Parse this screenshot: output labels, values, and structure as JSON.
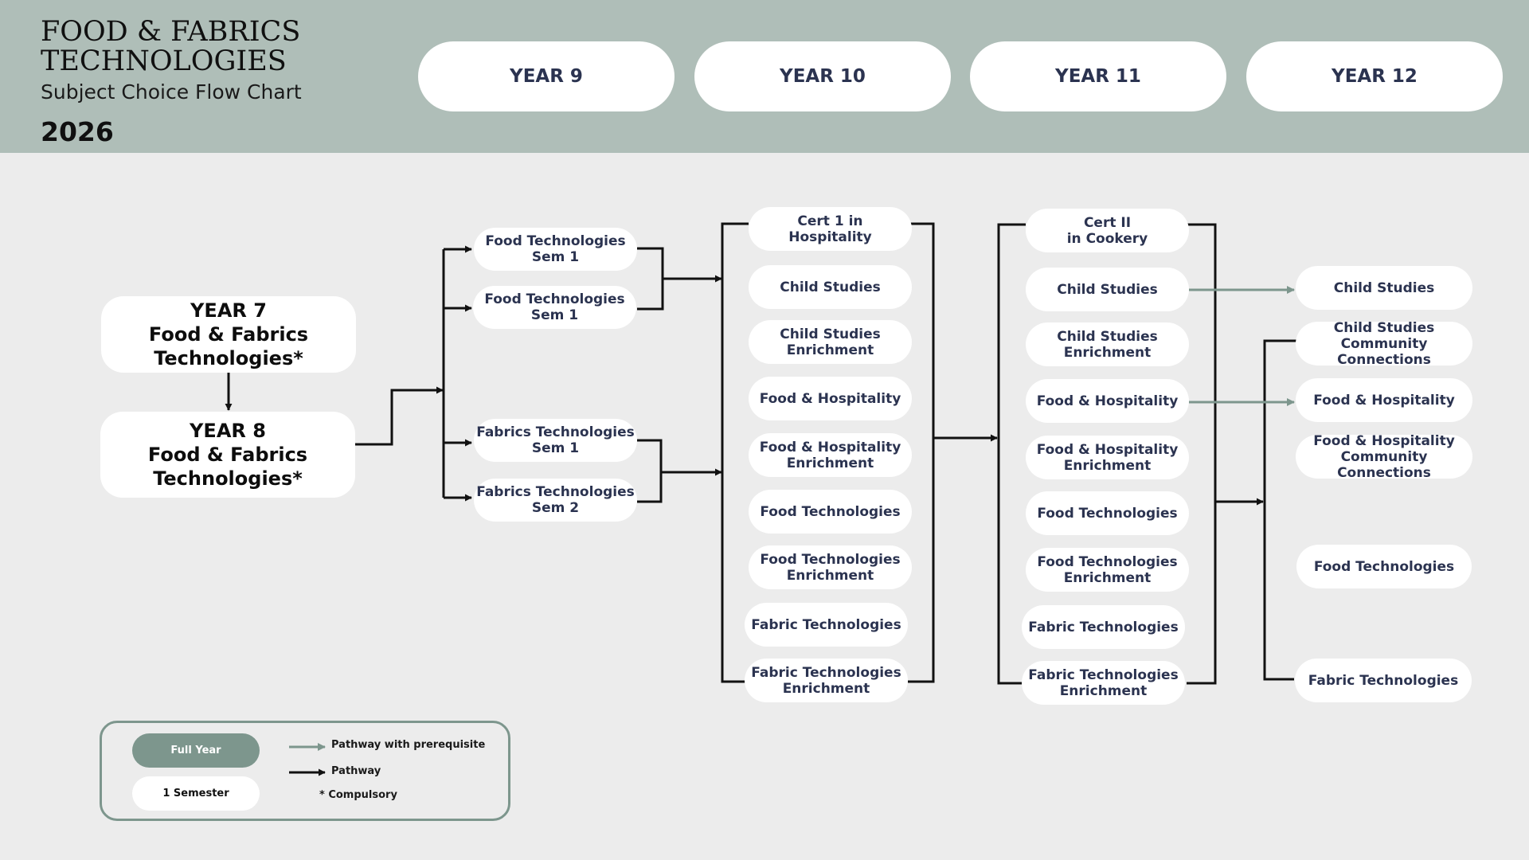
{
  "header": {
    "title": "FOOD & FABRICS TECHNOLOGIES",
    "subtitle": "Subject Choice Flow Chart",
    "year": "2026",
    "columns": [
      "YEAR 9",
      "YEAR 10",
      "YEAR 11",
      "YEAR 12"
    ]
  },
  "junior": {
    "year7": "YEAR 7\nFood & Fabrics\nTechnologies*",
    "year8": "YEAR 8\nFood & Fabrics\nTechnologies*"
  },
  "year9": [
    "Food Technologies\nSem 1",
    "Food Technologies\nSem 1",
    "Fabrics Technologies\nSem 1",
    "Fabrics Technologies\nSem 2"
  ],
  "year10": [
    "Cert 1 in\nHospitality",
    "Child Studies",
    "Child Studies\nEnrichment",
    "Food & Hospitality",
    "Food & Hospitality\nEnrichment",
    "Food Technologies",
    "Food Technologies\nEnrichment",
    "Fabric Technologies",
    "Fabric Technologies\nEnrichment"
  ],
  "year11": [
    "Cert II\nin Cookery",
    "Child Studies",
    "Child Studies\nEnrichment",
    "Food & Hospitality",
    "Food & Hospitality\nEnrichment",
    "Food Technologies",
    "Food Technologies\nEnrichment",
    "Fabric Technologies",
    "Fabric Technologies\nEnrichment"
  ],
  "year12": [
    "Child Studies",
    "Child Studies\nCommunity Connections",
    "Food & Hospitality",
    "Food & Hospitality\nCommunity Connections",
    "Food Technologies",
    "Fabric Technologies"
  ],
  "legend": {
    "full_year": "Full Year",
    "semester": "1 Semester",
    "prereq": "Pathway with prerequisite",
    "pathway": "Pathway",
    "compulsory": "*  Compulsory"
  },
  "colors": {
    "header_band": "#afbeb8",
    "background": "#ececec",
    "prerequisite_arrow": "#7d968d",
    "full_year_fill": "#7d968d",
    "box_text": "#2b3350"
  }
}
